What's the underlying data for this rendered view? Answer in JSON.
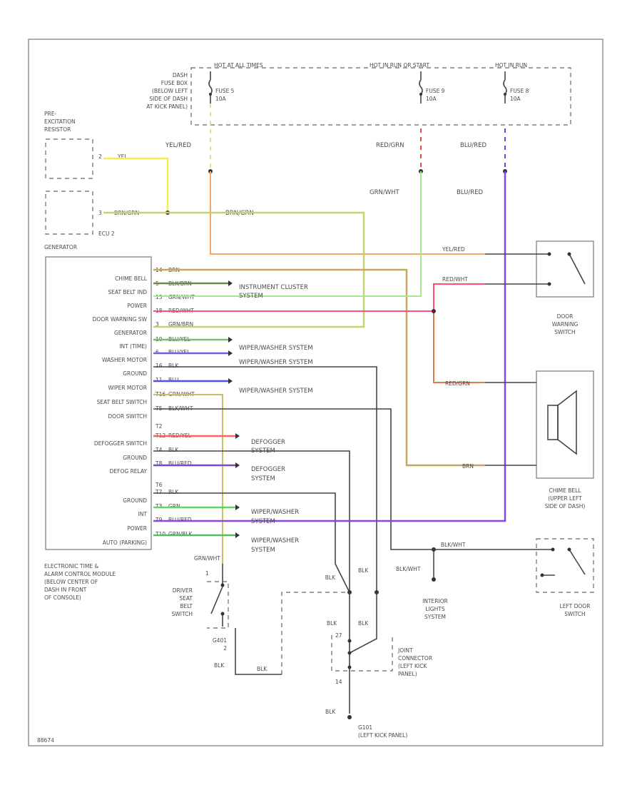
{
  "fuse_box": {
    "hot_always": "HOT AT ALL TIMES",
    "hot_run_start": "HOT IN RUN OR START",
    "hot_run": "HOT IN RUN",
    "label": [
      "DASH",
      "FUSE BOX",
      "(BELOW LEFT",
      "SIDE OF DASH",
      "AT KICK PANEL)"
    ],
    "fuse1": [
      "FUSE 5",
      "10A"
    ],
    "fuse2": [
      "FUSE 9",
      "10A"
    ],
    "fuse3": [
      "FUSE 8",
      "10A"
    ]
  },
  "wires": {
    "yel_red": "YEL/RED",
    "red_grn": "RED/GRN",
    "blu_red": "BLU/RED",
    "grn_wht": "GRN/WHT",
    "blu_red2": "BLU/RED",
    "yel": "YEL",
    "brn_grn": "BRN/GRN",
    "brn_grn2": "BRN/GRN",
    "yel_red2": "YEL/RED",
    "red_wht": "RED/WHT",
    "red_grn2": "RED/GRN",
    "brn": "BRN",
    "blk_wht": "BLK/WHT",
    "blk_wht2": "BLK/WHT",
    "grn_wht2": "GRN/WHT",
    "blk": "BLK"
  },
  "pre_excitation": [
    "PRE-",
    "EXCITATION",
    "RESISTOR"
  ],
  "generator_label": "GENERATOR",
  "ecu2": "ECU 2",
  "module_pins": [
    {
      "label": "CHIME BELL",
      "wire": "BRN",
      "pin": "14"
    },
    {
      "label": "SEAT BELT IND",
      "wire": "BLK/BRN",
      "pin": "5"
    },
    {
      "label": "POWER",
      "wire": "GRN/WHT",
      "pin": "13"
    },
    {
      "label": "DOOR WARNING SW",
      "wire": "RED/WHT",
      "pin": "18"
    },
    {
      "label": "GENERATOR",
      "wire": "GRN/BRN",
      "pin": "3"
    },
    {
      "label": "INT (TIME)",
      "wire": "BLU/YEL",
      "pin": "10"
    },
    {
      "label": "WASHER MOTOR",
      "wire": "BLU/YEL",
      "pin": "6"
    },
    {
      "label": "GROUND",
      "wire": "BLK",
      "pin": "16"
    },
    {
      "label": "WIPER MOTOR",
      "wire": "BLU",
      "pin": "11"
    },
    {
      "label": "SEAT BELT SWITCH",
      "wire": "GRN/WHT",
      "pin": "T16"
    },
    {
      "label": "DOOR SWITCH",
      "wire": "BLK/WHT",
      "pin": "T5"
    },
    {
      "label": "DEFOGGER SWITCH",
      "wire": "RED/YEL",
      "pin": "T12"
    },
    {
      "label": "GROUND",
      "wire": "BLK",
      "pin": "T4"
    },
    {
      "label": "DEFOG RELAY",
      "wire": "BLU/RED",
      "pin": "T8"
    },
    {
      "label": "GROUND",
      "wire": "BLK",
      "pin": "T7"
    },
    {
      "label": "INT",
      "wire": "GRN",
      "pin": "T3"
    },
    {
      "label": "POWER",
      "wire": "BLU/RED",
      "pin": "T9"
    },
    {
      "label": "AUTO (PARKING)",
      "wire": "GRN/BLK",
      "pin": "T10"
    }
  ],
  "module_label": [
    "ELECTRONIC TIME &",
    "ALARM CONTROL MODULE",
    "(BELOW CENTER OF",
    "DASH IN FRONT",
    "OF CONSOLE)"
  ],
  "systems": {
    "instrument_cluster": [
      "INSTRUMENT CLUSTER",
      "SYSTEM"
    ],
    "wiper1": "WIPER/WASHER SYSTEM",
    "wiper2": "WIPER/WASHER SYSTEM",
    "wiper3": "WIPER/WASHER SYSTEM",
    "defogger1": [
      "DEFOGGER",
      "SYSTEM"
    ],
    "defogger2": [
      "DEFOGGER",
      "SYSTEM"
    ],
    "wiper4": [
      "WIPER/WASHER",
      "SYSTEM"
    ],
    "wiper5": [
      "WIPER/WASHER",
      "SYSTEM"
    ],
    "interior_lights": [
      "INTERIOR",
      "LIGHTS",
      "SYSTEM"
    ]
  },
  "door_warning_switch": [
    "DOOR",
    "WARNING",
    "SWITCH"
  ],
  "chime_bell": [
    "CHIME BELL",
    "(UPPER LEFT",
    "SIDE OF DASH)"
  ],
  "left_door_switch": [
    "LEFT DOOR",
    "SWITCH"
  ],
  "driver_seat_belt": [
    "DRIVER",
    "SEAT",
    "BELT",
    "SWITCH"
  ],
  "joint_connector": [
    "JOINT",
    "CONNECTOR",
    "(LEFT KICK",
    "PANEL)"
  ],
  "ground_g101": [
    "G101",
    "(LEFT KICK PANEL)"
  ],
  "g401": [
    "G401",
    "2"
  ],
  "footer_code": "88674"
}
